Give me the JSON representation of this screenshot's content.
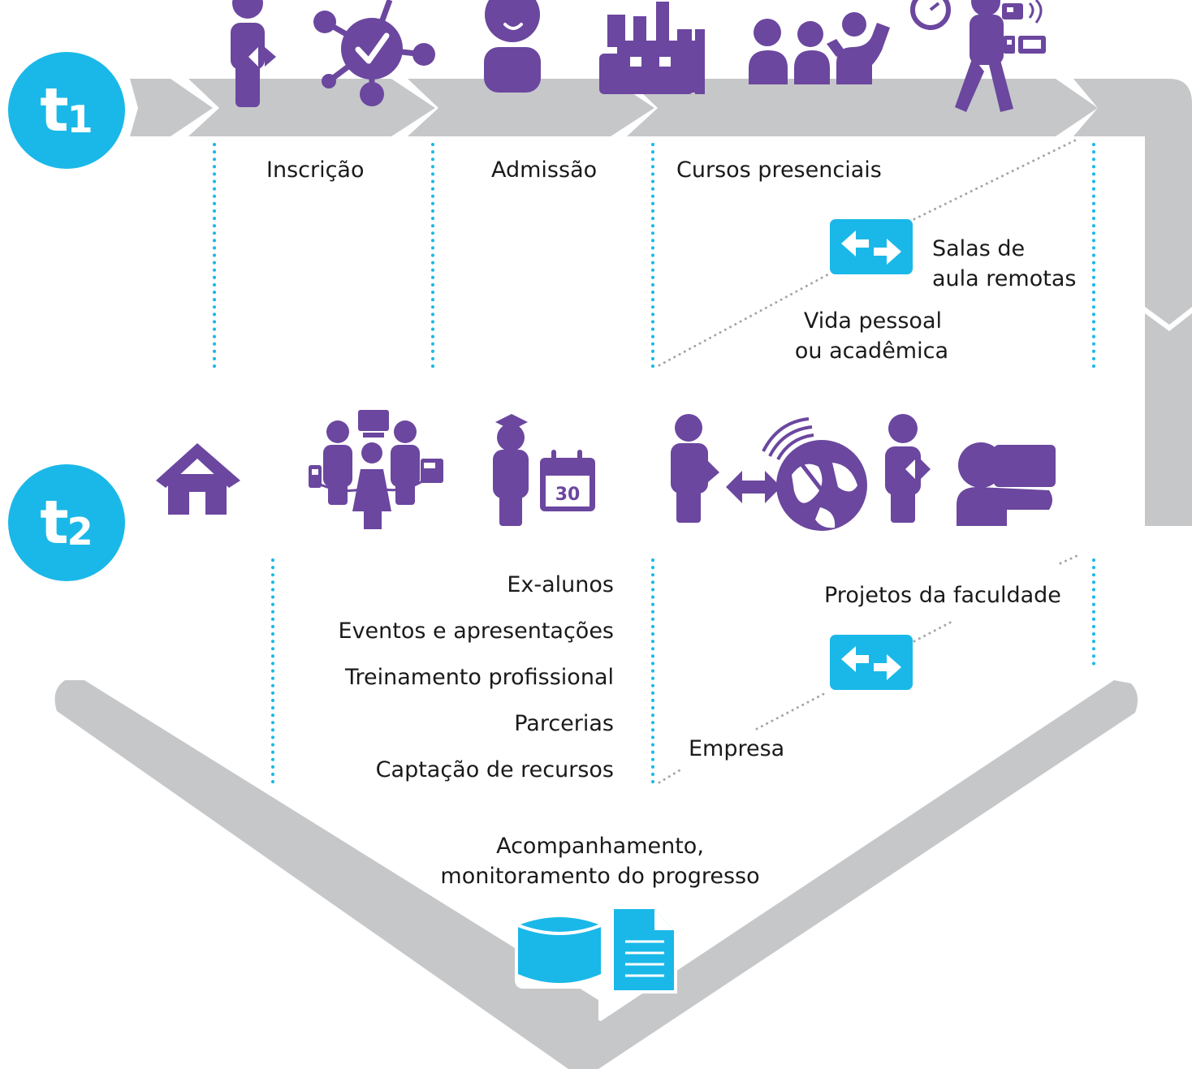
{
  "badges": {
    "t1": {
      "letter": "t",
      "num": "1"
    },
    "t2": {
      "letter": "t",
      "num": "2"
    }
  },
  "stages_t1": {
    "inscricao": "Inscrição",
    "admissao": "Admissão",
    "cursos": "Cursos presenciais",
    "salas_1": "Salas de",
    "salas_2": "aula remotas",
    "vida_1": "Vida pessoal",
    "vida_2": "ou acadêmica"
  },
  "stages_t2": {
    "list": [
      "Ex-alunos",
      "Eventos e apresentações",
      "Treinamento profissional",
      "Parcerias",
      "Captação de recursos"
    ],
    "projetos": "Projetos da faculdade",
    "empresa": "Empresa",
    "acompanhamento_1": "Acompanhamento,",
    "acompanhamento_2": "monitoramento do progresso"
  },
  "calendar_day": "30",
  "colors": {
    "purple": "#6b479f",
    "cyan": "#1ab8e8",
    "gray": "#c6c7c9"
  },
  "icons": [
    "person-arrow-icon",
    "network-check-icon",
    "student-icon",
    "building-icon",
    "group-icon",
    "walking-person-devices-icon",
    "home-icon",
    "networking-people-icon",
    "graduate-calendar-icon",
    "person-globe-exchange-icon",
    "person-arrow-icon",
    "presenter-board-icon",
    "exchange-arrows-icon",
    "exchange-arrows-icon",
    "database-icon",
    "document-icon"
  ]
}
